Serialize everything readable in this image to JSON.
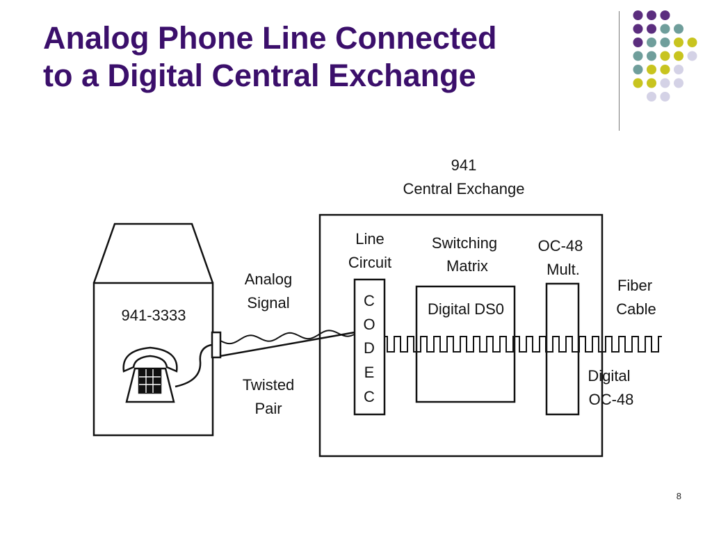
{
  "slide": {
    "title_line1": "Analog Phone Line Connected",
    "title_line2": "to a Digital Central Exchange",
    "page_number": "8"
  },
  "theme": {
    "title_color": "#3b0f6b",
    "dot_colors": {
      "purple": "#5b2d7e",
      "teal": "#6f9e9b",
      "yellow": "#c8c41f",
      "lavender": "#d4d2e6"
    }
  },
  "diagram": {
    "exchange_number": "941",
    "exchange_label": "Central Exchange",
    "phone_number": "941-3333",
    "analog_label": [
      "Analog",
      "Signal"
    ],
    "twisted_label": [
      "Twisted",
      "Pair"
    ],
    "line_circuit_label": [
      "Line",
      "Circuit"
    ],
    "codec_letters": [
      "C",
      "O",
      "D",
      "E",
      "C"
    ],
    "switching_label": [
      "Switching",
      "Matrix"
    ],
    "switch_box_label": "Digital DS0",
    "mult_label": [
      "OC-48",
      "Mult."
    ],
    "fiber_label": [
      "Fiber",
      "Cable"
    ],
    "digital_label": [
      "Digital",
      "OC-48"
    ]
  }
}
